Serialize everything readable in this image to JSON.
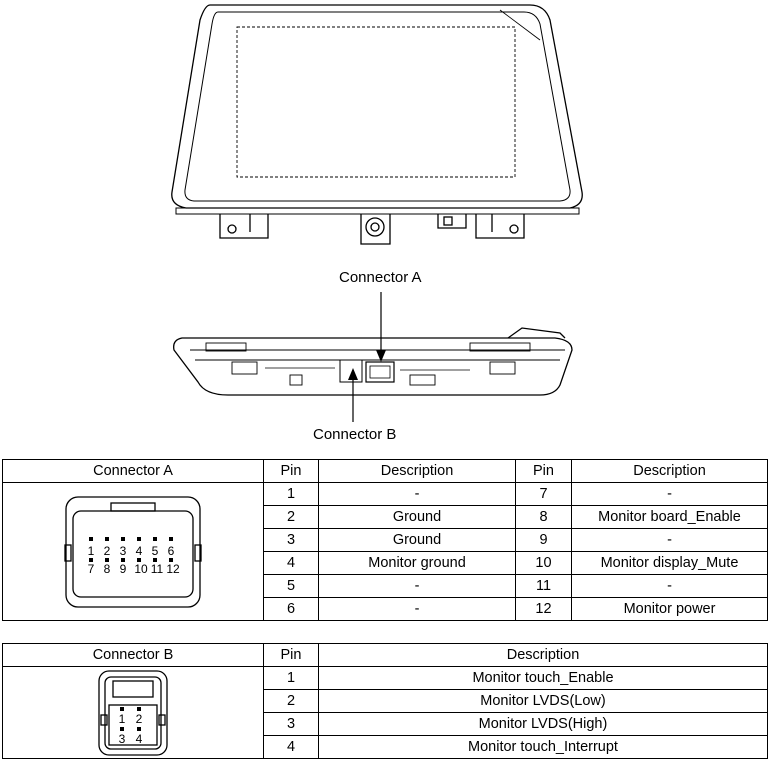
{
  "figure": {
    "connector_a_label": "Connector A",
    "connector_b_label": "Connector B"
  },
  "table_a": {
    "headers": [
      "Connector A",
      "Pin",
      "Description",
      "Pin",
      "Description"
    ],
    "connector_pins_top": [
      "1",
      "2",
      "3",
      "4",
      "5",
      "6"
    ],
    "connector_pins_bottom": [
      "7",
      "8",
      "9",
      "10",
      "11",
      "12"
    ],
    "rows": [
      {
        "pin_l": "1",
        "desc_l": "-",
        "pin_r": "7",
        "desc_r": "-"
      },
      {
        "pin_l": "2",
        "desc_l": "Ground",
        "pin_r": "8",
        "desc_r": "Monitor board_Enable"
      },
      {
        "pin_l": "3",
        "desc_l": "Ground",
        "pin_r": "9",
        "desc_r": "-"
      },
      {
        "pin_l": "4",
        "desc_l": "Monitor ground",
        "pin_r": "10",
        "desc_r": "Monitor display_Mute"
      },
      {
        "pin_l": "5",
        "desc_l": "-",
        "pin_r": "11",
        "desc_r": "-"
      },
      {
        "pin_l": "6",
        "desc_l": "-",
        "pin_r": "12",
        "desc_r": "Monitor power"
      }
    ]
  },
  "table_b": {
    "headers": [
      "Connector B",
      "Pin",
      "Description"
    ],
    "connector_pins_top": [
      "1",
      "2"
    ],
    "connector_pins_bottom": [
      "3",
      "4"
    ],
    "rows": [
      {
        "pin": "1",
        "desc": "Monitor touch_Enable"
      },
      {
        "pin": "2",
        "desc": "Monitor LVDS(Low)"
      },
      {
        "pin": "3",
        "desc": "Monitor LVDS(High)"
      },
      {
        "pin": "4",
        "desc": "Monitor touch_Interrupt"
      }
    ]
  }
}
